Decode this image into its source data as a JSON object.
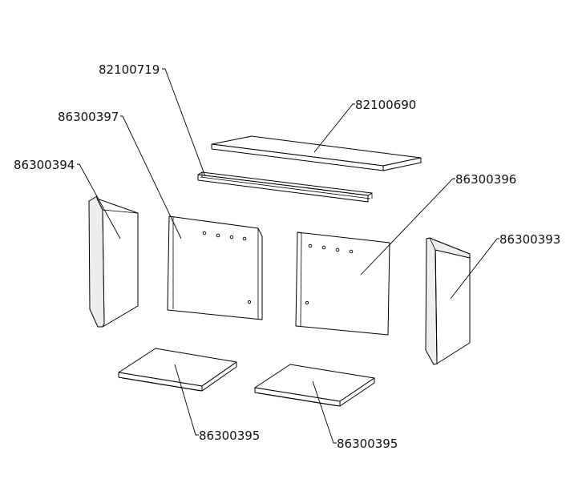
{
  "parts": {
    "top_board": "82100690",
    "angle_rail": "82100719",
    "left_back_panel": "86300397",
    "left_side_panel": "86300394",
    "right_back_panel": "86300396",
    "right_side_panel": "86300393",
    "bottom_plate_left": "86300395",
    "bottom_plate_right": "86300395"
  },
  "colors": {
    "line": "#000000",
    "background": "#ffffff",
    "text": "#111111"
  }
}
